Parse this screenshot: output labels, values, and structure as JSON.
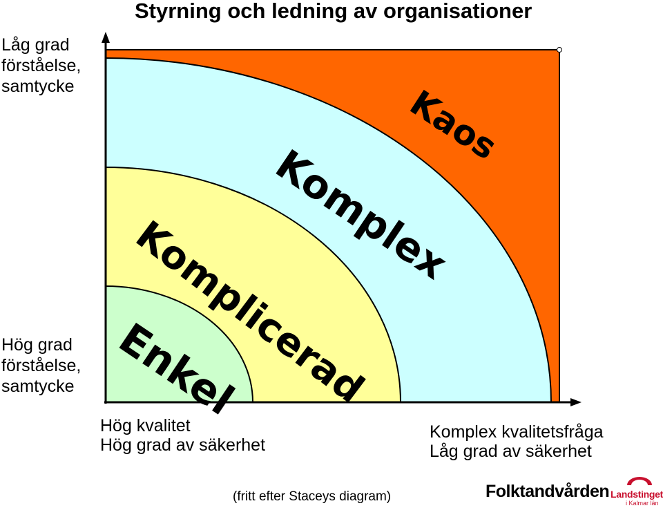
{
  "title": "Styrning och ledning av organisationer",
  "y_axis": {
    "top_label": [
      "Låg grad",
      "förståelse,",
      "samtycke"
    ],
    "bottom_label": [
      "Hög grad",
      "förståelse,",
      "samtycke"
    ]
  },
  "x_axis": {
    "left_label": [
      "Hög kvalitet",
      "Hög grad av säkerhet"
    ],
    "right_label": [
      "Komplex kvalitetsfråga",
      "Låg grad av säkerhet"
    ]
  },
  "zones": [
    {
      "name": "Kaos",
      "color": "#ff6600"
    },
    {
      "name": "Komplex",
      "color": "#ccffff"
    },
    {
      "name": "Komplicerad",
      "color": "#ffff99"
    },
    {
      "name": "Enkel",
      "color": "#ccffcc"
    }
  ],
  "caption": "(fritt efter Staceys diagram)",
  "logos": {
    "folktandvarden": "Folktandvården",
    "landstinget": "Landstinget",
    "landstinget_sub": "i Kalmar län"
  }
}
